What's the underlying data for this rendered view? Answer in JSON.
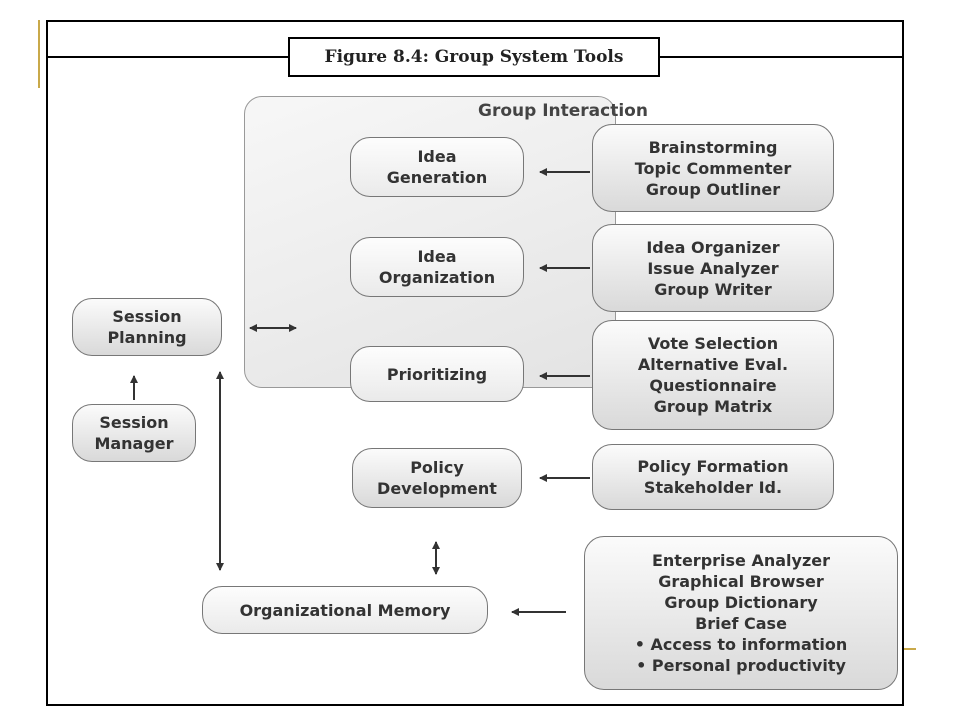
{
  "caption": "Figure 8.4: Group System Tools",
  "group_interaction": {
    "title": "Group Interaction"
  },
  "left": {
    "session_planning": [
      "Session",
      "Planning"
    ],
    "session_manager": [
      "Session",
      "Manager"
    ]
  },
  "center": {
    "idea_generation": [
      "Idea",
      "Generation"
    ],
    "idea_organization": [
      "Idea",
      "Organization"
    ],
    "prioritizing": [
      "Prioritizing"
    ],
    "policy_development": [
      "Policy",
      "Development"
    ],
    "organizational_memory": [
      "Organizational Memory"
    ]
  },
  "tools": {
    "generation": [
      "Brainstorming",
      "Topic Commenter",
      "Group Outliner"
    ],
    "organization": [
      "Idea Organizer",
      "Issue Analyzer",
      "Group Writer"
    ],
    "prioritizing": [
      "Vote Selection",
      "Alternative Eval.",
      "Questionnaire",
      "Group Matrix"
    ],
    "policy": [
      "Policy Formation",
      "Stakeholder Id."
    ],
    "memory": [
      "Enterprise Analyzer",
      "Graphical Browser",
      "Group Dictionary",
      "Brief Case",
      "• Access to information",
      "• Personal productivity"
    ]
  },
  "colors": {
    "accent": "#c9a94a",
    "frame": "#000000",
    "box_border": "#777777"
  }
}
